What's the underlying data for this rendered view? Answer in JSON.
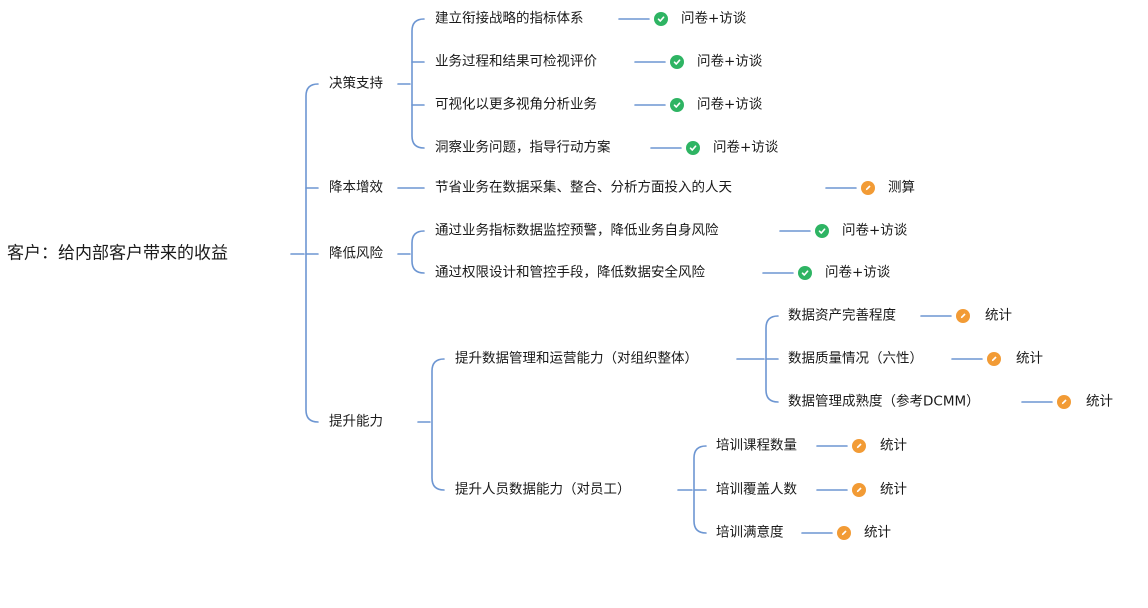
{
  "root": "客户：给内部客户带来的收益",
  "branches": {
    "decision": {
      "label": "决策支持",
      "items": [
        {
          "text": "建立衔接战略的指标体系",
          "status": "green",
          "method": "问卷+访谈"
        },
        {
          "text": "业务过程和结果可检视评价",
          "status": "green",
          "method": "问卷+访谈"
        },
        {
          "text": "可视化以更多视角分析业务",
          "status": "green",
          "method": "问卷+访谈"
        },
        {
          "text": "洞察业务问题，指导行动方案",
          "status": "green",
          "method": "问卷+访谈"
        }
      ]
    },
    "cost": {
      "label": "降本增效",
      "items": [
        {
          "text": "节省业务在数据采集、整合、分析方面投入的人天",
          "status": "orange",
          "method": "测算"
        }
      ]
    },
    "risk": {
      "label": "降低风险",
      "items": [
        {
          "text": "通过业务指标数据监控预警，降低业务自身风险",
          "status": "green",
          "method": "问卷+访谈"
        },
        {
          "text": "通过权限设计和管控手段，降低数据安全风险",
          "status": "green",
          "method": "问卷+访谈"
        }
      ]
    },
    "capability": {
      "label": "提升能力",
      "groups": [
        {
          "label": "提升数据管理和运营能力（对组织整体）",
          "items": [
            {
              "text": "数据资产完善程度",
              "status": "orange",
              "method": "统计"
            },
            {
              "text": "数据质量情况（六性）",
              "status": "orange",
              "method": "统计"
            },
            {
              "text": "数据管理成熟度（参考DCMM）",
              "status": "orange",
              "method": "统计"
            }
          ]
        },
        {
          "label": "提升人员数据能力（对员工）",
          "items": [
            {
              "text": "培训课程数量",
              "status": "orange",
              "method": "统计"
            },
            {
              "text": "培训覆盖人数",
              "status": "orange",
              "method": "统计"
            },
            {
              "text": "培训满意度",
              "status": "orange",
              "method": "统计"
            }
          ]
        }
      ]
    }
  },
  "colors": {
    "line": "#6d96d2",
    "green": "#2eb463",
    "orange": "#f29b35"
  }
}
